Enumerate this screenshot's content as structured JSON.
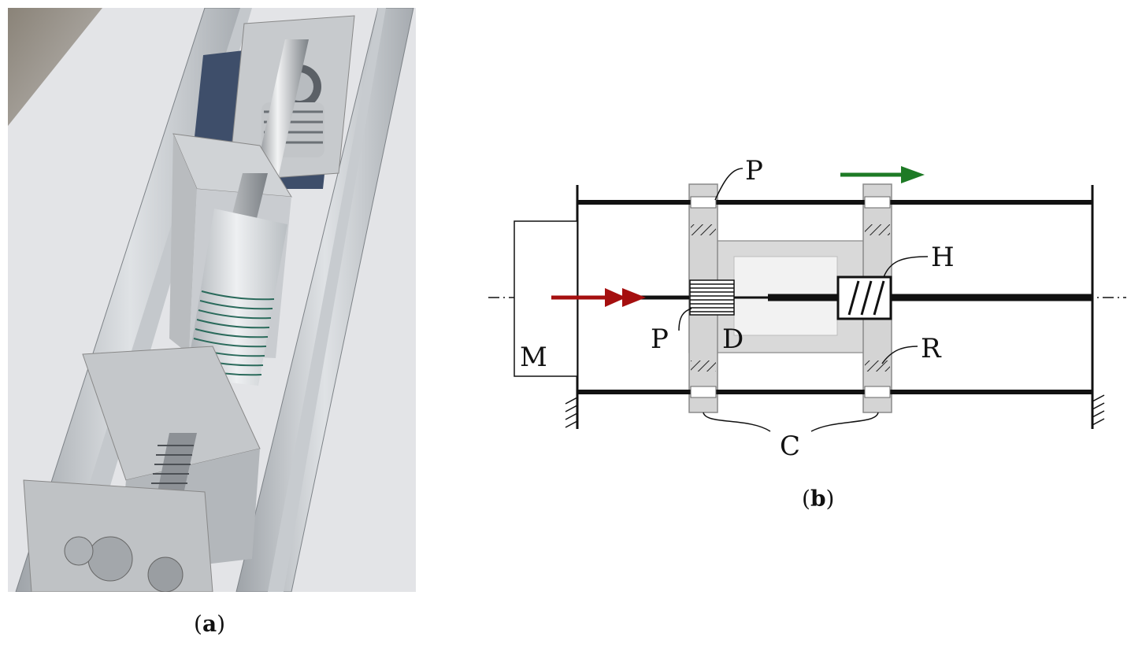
{
  "captions": {
    "a": {
      "open": "(",
      "letter": "a",
      "close": ")"
    },
    "b": {
      "open": "(",
      "letter": "b",
      "close": ")"
    }
  },
  "diagram": {
    "labels": {
      "p_top": "P",
      "h": "H",
      "p_left": "P",
      "d": "D",
      "r": "R",
      "m": "M",
      "c": "C"
    },
    "arrow_input_color": "#a50f0f",
    "arrow_motion_color": "#1d7a25"
  },
  "photo": {
    "subject": "linear-actuator-prototype-photo"
  }
}
